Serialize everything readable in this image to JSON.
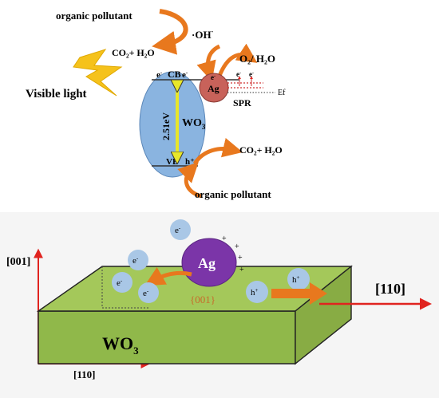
{
  "top": {
    "organic_pollutant_top": "organic pollutant",
    "oh_radical": "·OH",
    "oh_sup": "-",
    "co2_h2o_left": "CO₂+ H₂O",
    "o2_h2o": "O₂/ H₂O",
    "visible_light": "Visible light",
    "e_minus": "e",
    "cb": "CB",
    "vb": "VB",
    "h_plus": "h⁺",
    "band_gap": "2.51eV",
    "wo3": "WO",
    "wo3_sub": "3",
    "ag": "Ag",
    "spr": "SPR",
    "ef": "Ef",
    "co2_h2o_right": "CO₂+ H₂O",
    "organic_pollutant_bottom": "organic pollutant"
  },
  "bottom": {
    "axis_001": "[001]",
    "axis_110_bottom": "[110]",
    "axis_110_right": "[110]",
    "ag": "Ag",
    "facet": "{001}",
    "wo3": "WO",
    "wo3_sub": "3",
    "electron": "e",
    "electron_sup": "-",
    "hole": "h",
    "hole_sup": "+",
    "plus": "+"
  },
  "colors": {
    "wo3_ellipse": "#8ab4e0",
    "ag_top": "#c8625a",
    "orange_arrow": "#e8781e",
    "yellow_arrow": "#e8e62a",
    "lightning": "#f5c21b",
    "slab_green": "#90b84a",
    "slab_top": "#a4c85a",
    "ag_purple": "#7b35a8",
    "particle": "#a9c7e6",
    "red_axis": "#e0231f",
    "spr_red": "#d03030"
  }
}
